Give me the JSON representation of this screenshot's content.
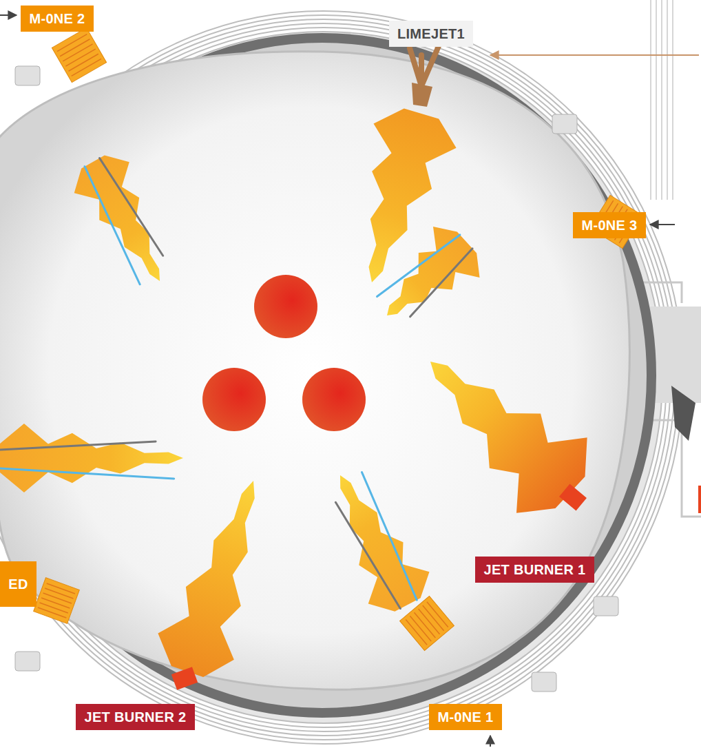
{
  "diagram": {
    "nodes": [
      {
        "text": [
          "M-0NE 2"
        ]
      },
      {
        "text": [
          "LIMEJET1"
        ]
      },
      {
        "text": [
          "M-0NE 3"
        ]
      },
      {
        "text": [
          "JET BURNER 1"
        ]
      },
      {
        "text": [
          "ED"
        ]
      },
      {
        "text": [
          "JET BURNER 2"
        ]
      },
      {
        "text": [
          "M-0NE 1"
        ]
      }
    ]
  }
}
